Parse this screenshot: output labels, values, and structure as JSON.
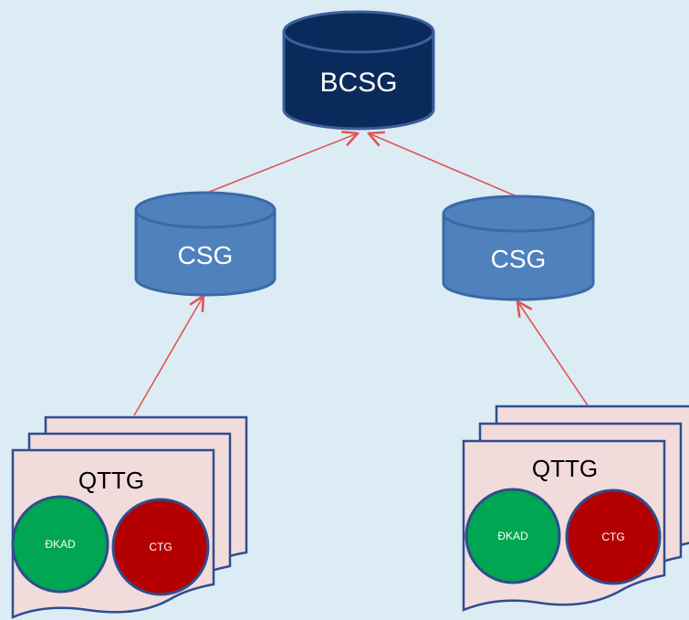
{
  "colors": {
    "background": "#dcecf4",
    "db_top_dark": "#0b2a5c",
    "db_top_mid": "#4f81bd",
    "doc_fill": "#f2dcdb",
    "doc_stroke": "#2f4d8f",
    "arrow": "#e05555",
    "circle_green": "#00a651",
    "circle_red": "#b40000"
  },
  "nodes": {
    "top": {
      "label": "BCSG"
    },
    "mid_left": {
      "label": "CSG"
    },
    "mid_right": {
      "label": "CSG"
    }
  },
  "docs": {
    "left": {
      "title": "QTTG",
      "circle_a": "ĐKAD",
      "circle_b": "CTG"
    },
    "right": {
      "title": "QTTG",
      "circle_a": "ĐKAD",
      "circle_b": "CTG"
    }
  }
}
